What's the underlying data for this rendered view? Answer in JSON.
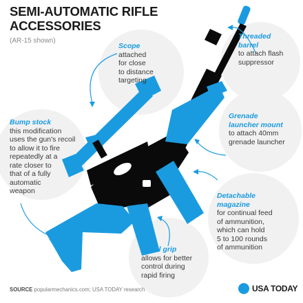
{
  "header": {
    "title_line1": "SEMI-AUTOMATIC RIFLE",
    "title_line2": "ACCESSORIES",
    "subtitle": "(AR-15 shown)"
  },
  "labels": {
    "scope": {
      "heading": "Scope",
      "line1": "attached",
      "line2": "for close",
      "line3": "to distance",
      "line4": "targeting"
    },
    "threaded_barrel": {
      "heading1": "Threaded",
      "heading2": "barrel",
      "line1": "to attach flash",
      "line2": "suppressor"
    },
    "bump_stock": {
      "heading": "Bump stock",
      "line1": "this modification",
      "line2": "uses the gun's recoil",
      "line3": "to allow it to fire",
      "line4": "repeatedly at a",
      "line5": "rate closer to",
      "line6": "that of a fully",
      "line7": "automatic",
      "line8": "weapon"
    },
    "grenade_launcher": {
      "heading1": "Grenade",
      "heading2": "launcher mount",
      "line1": "to attach 40mm",
      "line2": "grenade launcher"
    },
    "magazine": {
      "heading1": "Detachable",
      "heading2": "magazine",
      "line1": "for continual feed",
      "line2": "of ammunition,",
      "line3": "which can hold",
      "line4": "5 to 100 rounds",
      "line5": "of ammunition"
    },
    "pistol_grip": {
      "heading": "Pistol grip",
      "line1": "allows for better",
      "line2": "control during",
      "line3": "rapid firing"
    }
  },
  "footer": {
    "source_label": "SOURCE",
    "source_text": "popularmechanics.com; USA TODAY research",
    "brand": "USA TODAY"
  },
  "colors": {
    "accent": "#1a9be0",
    "rifle": "#0a0a0a",
    "circle": "#f1f1f1"
  }
}
